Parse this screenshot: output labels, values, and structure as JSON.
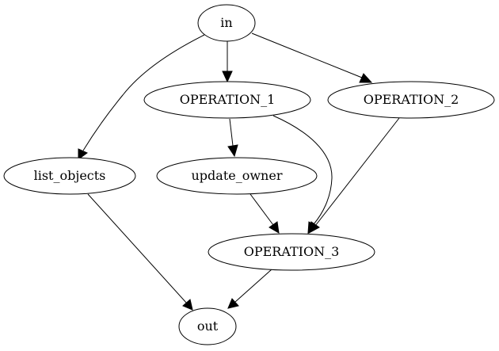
{
  "diagram": {
    "type": "directed-graph",
    "nodes": [
      {
        "id": "in",
        "label": "in"
      },
      {
        "id": "OPERATION_1",
        "label": "OPERATION_1"
      },
      {
        "id": "OPERATION_2",
        "label": "OPERATION_2"
      },
      {
        "id": "list_objects",
        "label": "list_objects"
      },
      {
        "id": "update_owner",
        "label": "update_owner"
      },
      {
        "id": "OPERATION_3",
        "label": "OPERATION_3"
      },
      {
        "id": "out",
        "label": "out"
      }
    ],
    "edges": [
      {
        "from": "in",
        "to": "list_objects"
      },
      {
        "from": "in",
        "to": "OPERATION_1"
      },
      {
        "from": "in",
        "to": "OPERATION_2"
      },
      {
        "from": "OPERATION_1",
        "to": "update_owner"
      },
      {
        "from": "OPERATION_1",
        "to": "OPERATION_3"
      },
      {
        "from": "OPERATION_2",
        "to": "OPERATION_3"
      },
      {
        "from": "update_owner",
        "to": "OPERATION_3"
      },
      {
        "from": "list_objects",
        "to": "out"
      },
      {
        "from": "OPERATION_3",
        "to": "out"
      }
    ]
  }
}
